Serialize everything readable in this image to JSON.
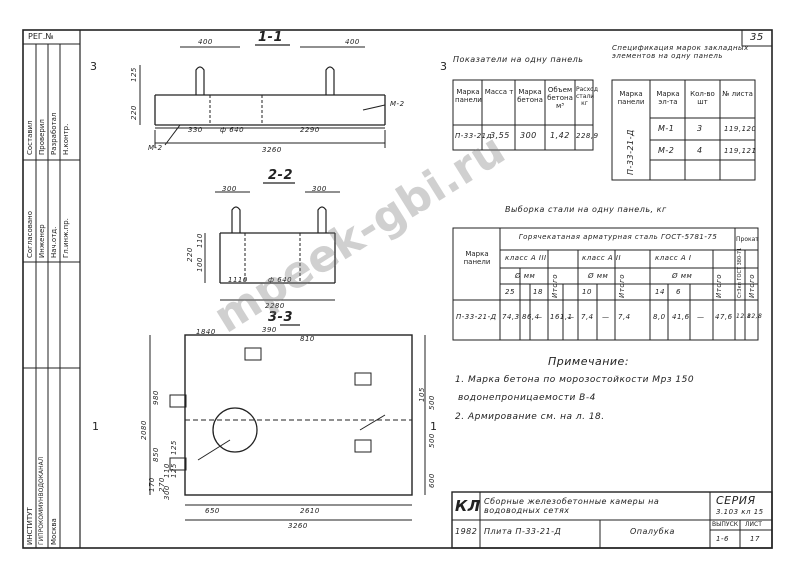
{
  "sheet": {
    "page_number": "35",
    "reg_label": "РЕГ.№"
  },
  "sections": {
    "s11": "1-1",
    "s22": "2-2",
    "s33": "3-3"
  },
  "dims": {
    "s11": {
      "d400a": "400",
      "d400b": "400",
      "d125": "125",
      "d220": "220",
      "d330": "330",
      "d640": "ф 640",
      "d2290": "2290",
      "d3260": "3260",
      "m2a": "М-2",
      "m2b": "М-2"
    },
    "s22": {
      "d300a": "300",
      "d300b": "300",
      "d110": "110",
      "d100": "100",
      "d220": "220",
      "d1110": "1110",
      "d640": "ф 640",
      "d2280": "2280"
    },
    "s33": {
      "d1840": "1840",
      "d390": "390",
      "d810": "810",
      "d980": "980",
      "d2080": "2080",
      "d850": "850",
      "d110": "110",
      "d125a": "125",
      "d125b": "125",
      "d300": "300",
      "d500a": "500",
      "d500b": "500",
      "d600": "600",
      "d105": "105",
      "d650": "650",
      "d2610": "2610",
      "d3260": "3260",
      "d270": "270",
      "d170": "170"
    },
    "side_marks": {
      "left3": "3",
      "right3": "3",
      "left1": "1",
      "right1": "1"
    }
  },
  "indicators": {
    "caption": "Показатели на одну панель",
    "headers": [
      "Марка панели",
      "Масса т",
      "Марка бетона",
      "Объем бетона м³",
      "Расход стали кг"
    ],
    "row": [
      "П-33-21д",
      "3,55",
      "300",
      "1,42",
      "228,9"
    ]
  },
  "spec": {
    "caption": "Спецификация марок закладных элементов на одну панель",
    "headers": [
      "Марка панели",
      "Марка эл-та",
      "Кол-во шт",
      "№ листа"
    ],
    "panel": "П-33-21-Д",
    "rows": [
      [
        "М-1",
        "3",
        "119,120"
      ],
      [
        "М-2",
        "4",
        "119,121"
      ]
    ]
  },
  "steel": {
    "caption": "Выборка стали на одну панель, кг",
    "group_title": "Горячекатаная арматурная сталь ГОСТ-5781-75",
    "rolled": "Прокат",
    "col_mark": "Марка панели",
    "classes": [
      "класс А III",
      "класс А II",
      "класс А I"
    ],
    "dia_label": "Ø мм",
    "total": "Итого",
    "sub_dias": [
      "25",
      "18",
      "10",
      "14",
      "6"
    ],
    "steel_grade": "Ст3кп ГОСТ 380-71",
    "row": [
      "П-33-21-Д",
      "74,3",
      "86,4",
      "—",
      "161,1",
      "7,4",
      "—",
      "—",
      "7,4",
      "8,0",
      "41,6",
      "—",
      "47,6",
      "12,8",
      "12,8"
    ]
  },
  "notes": {
    "title": "Примечание:",
    "lines": [
      "1. Марка бетона по морозостойкости Мрз 150",
      "водонепроницаемости В-4",
      "2. Армирование см. на л. 18."
    ]
  },
  "title_block": {
    "kl": "КЛ",
    "description": "Сборные железобетонные камеры на водоводных сетях",
    "series_label": "СЕРИЯ",
    "series_value": "3.103 кл 15",
    "year": "1982",
    "drawing": "Плита П-33-21-Д",
    "type": "Опалубка",
    "issue_label": "ВЫПУСК",
    "sheet_label": "ЛИСТ",
    "issue_value": "1-6",
    "sheet_value": "17"
  },
  "side_strip": {
    "top_lines": [
      "Составил",
      "Проверил",
      "Разработал",
      "Н.контр."
    ],
    "middle_lines": [
      "Согласовано",
      "Инженер",
      "Нач.отд.",
      "Гл.инж.пр."
    ],
    "bottom_lines": [
      "ИНСТИТУТ",
      "ГИПРОКОММУНВОДОКАНАЛ",
      "Москва"
    ]
  },
  "watermark": "mpeek-gbi.ru"
}
